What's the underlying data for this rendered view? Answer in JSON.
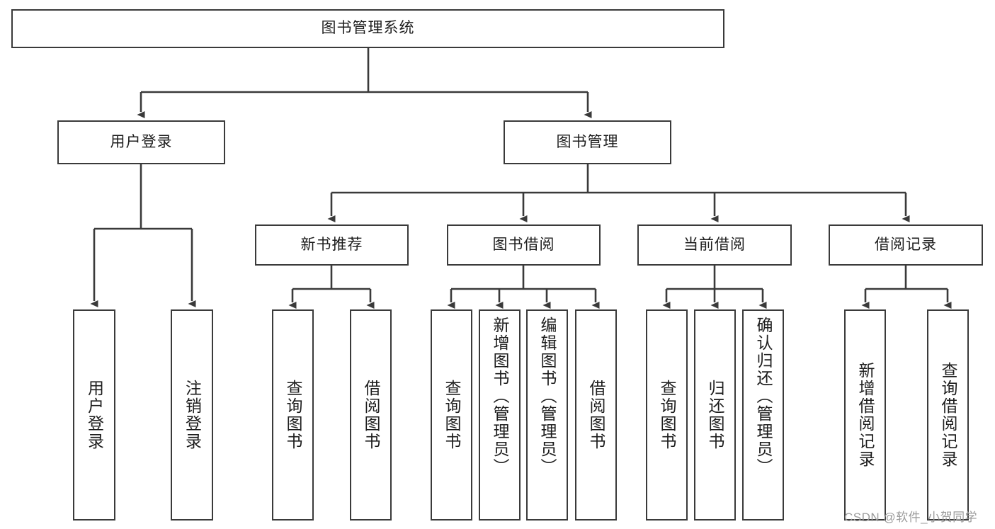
{
  "diagram": {
    "type": "tree-hierarchy",
    "title": "图书管理系统",
    "colors": {
      "box_border": "#3a3a3a",
      "box_fill": "#ffffff",
      "connector": "#3a3a3a",
      "text": "#1d1d1d",
      "watermark": "#9b9b9b",
      "background": "#ffffff"
    },
    "root": {
      "label": "图书管理系统"
    },
    "level2": [
      {
        "id": "user-login",
        "label": "用户登录"
      },
      {
        "id": "book-manage",
        "label": "图书管理"
      }
    ],
    "level3": [
      {
        "id": "new-book-recommend",
        "label": "新书推荐"
      },
      {
        "id": "book-borrow",
        "label": "图书借阅"
      },
      {
        "id": "current-borrow",
        "label": "当前借阅"
      },
      {
        "id": "borrow-record",
        "label": "借阅记录"
      }
    ],
    "leaves": {
      "user_login": [
        {
          "id": "leaf-user-login",
          "label": "用户登录"
        },
        {
          "id": "leaf-logout-login",
          "label": "注销登录"
        }
      ],
      "new_book_recommend": [
        {
          "id": "leaf-query-book-1",
          "label": "查询图书"
        },
        {
          "id": "leaf-borrow-book-1",
          "label": "借阅图书"
        }
      ],
      "book_borrow": [
        {
          "id": "leaf-query-book-2",
          "label": "查询图书"
        },
        {
          "id": "leaf-add-book",
          "label": "新增图书（管理员）"
        },
        {
          "id": "leaf-edit-book",
          "label": "编辑图书（管理员）"
        },
        {
          "id": "leaf-borrow-book-2",
          "label": "借阅图书"
        }
      ],
      "current_borrow": [
        {
          "id": "leaf-query-book-3",
          "label": "查询图书"
        },
        {
          "id": "leaf-return-book",
          "label": "归还图书"
        },
        {
          "id": "leaf-confirm-return",
          "label": "确认归还（管理员）"
        }
      ],
      "borrow_record": [
        {
          "id": "leaf-add-borrow-record",
          "label": "新增借阅记录"
        },
        {
          "id": "leaf-query-borrow-record",
          "label": "查询借阅记录"
        }
      ]
    },
    "watermark": "CSDN @软件_小贺同学"
  }
}
